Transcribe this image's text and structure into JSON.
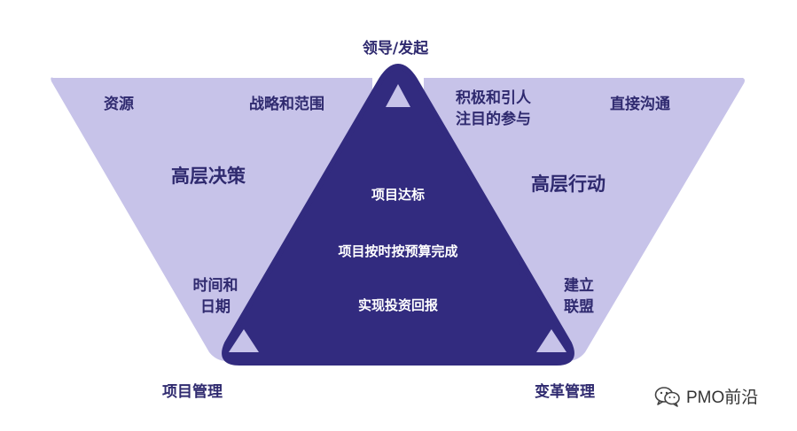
{
  "diagram": {
    "top_label": "领导/发起",
    "left_panel": {
      "item_1": "资源",
      "item_2": "战略和范围",
      "title": "高层决策",
      "item_3_line1": "时间和",
      "item_3_line2": "日期"
    },
    "right_panel": {
      "item_1_line1": "积极和引人",
      "item_1_line2": "注目的参与",
      "item_2": "直接沟通",
      "title": "高层行动",
      "item_3_line1": "建立",
      "item_3_line2": "联盟"
    },
    "triangle": {
      "line_1": "项目达标",
      "line_2": "项目按时按预算完成",
      "line_3": "实现投资回报"
    },
    "bottom_left_label": "项目管理",
    "bottom_right_label": "变革管理"
  },
  "watermark": {
    "icon": "wechat-icon",
    "text": "PMO前沿"
  },
  "colors": {
    "panel_fill": "#c7c3e9",
    "triangle_fill": "#322b7f",
    "text_dark": "#2f2a6f"
  }
}
